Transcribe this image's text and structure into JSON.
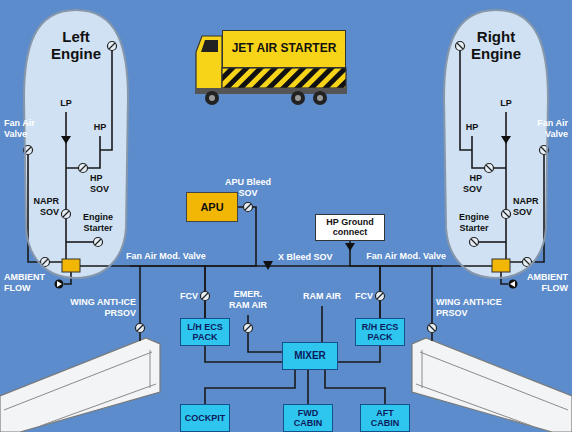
{
  "diagram": {
    "nodes": [
      {
        "text": [
          "Left Engine"
        ]
      },
      {
        "text": [
          "JET AIR STARTER"
        ]
      },
      {
        "text": [
          "Right Engine"
        ]
      },
      {
        "text": [
          "APU"
        ]
      },
      {
        "text": [
          "HP Ground connect"
        ]
      },
      {
        "text": [
          "L/H ECS PACK"
        ]
      },
      {
        "text": [
          "R/H ECS PACK"
        ]
      },
      {
        "text": [
          "MIXER"
        ]
      },
      {
        "text": [
          "COCKPIT"
        ]
      },
      {
        "text": [
          "FWD CABIN"
        ]
      },
      {
        "text": [
          "AFT CABIN"
        ]
      }
    ],
    "edges": [
      {
        "from": 0,
        "to": 5,
        "arrow": "none"
      },
      {
        "from": 3,
        "to": 5,
        "arrow": "none"
      },
      {
        "from": 2,
        "to": 6,
        "arrow": "none"
      },
      {
        "from": 4,
        "to": 6,
        "arrow": "none"
      },
      {
        "from": 5,
        "to": 7,
        "arrow": "none"
      },
      {
        "from": 6,
        "to": 7,
        "arrow": "none"
      },
      {
        "from": 7,
        "to": 8,
        "arrow": "none"
      },
      {
        "from": 7,
        "to": 9,
        "arrow": "none"
      },
      {
        "from": 7,
        "to": 10,
        "arrow": "none"
      }
    ],
    "labels": [
      "Fan Air Valve",
      "LP",
      "HP",
      "HP SOV",
      "NAPR SOV",
      "Engine Starter",
      "AMBIENT FLOW",
      "Fan Air Mod. Valve",
      "APU Bleed SOV",
      "X Bleed SOV",
      "Fan Air Mod. Valve",
      "LP",
      "HP",
      "HP SOV",
      "NAPR SOV",
      "Engine Starter",
      "Fan Air Valve",
      "AMBIENT FLOW",
      "WING ANTI-ICE PRSOV",
      "FCV",
      "EMER. RAM AIR",
      "RAM AIR",
      "FCV",
      "WING ANTI-ICE PRSOV"
    ]
  }
}
